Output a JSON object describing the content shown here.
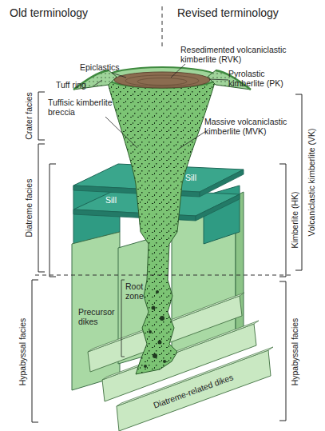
{
  "diagram": {
    "labels": [
      "Old terminology",
      "Revised terminology",
      "Resedimented volcaniclastic kimberlite (RVK)",
      "Epiclastics",
      "Tuff ring",
      "Pyrolastic kimberlite (PK)",
      "Crater facies",
      "Tuffisic kimberlite breccia",
      "Massive volcaniclastic kimberlite (MVK)",
      "Diatreme facies",
      "Volcaniclastic kimberlite (VK)",
      "Sill",
      "Sill",
      "Kimberlite (HK)",
      "Precursor dikes",
      "Root zone",
      "Hypabyssal facies",
      "Hypabyssal facies",
      "Diatreme-related dikes"
    ]
  }
}
